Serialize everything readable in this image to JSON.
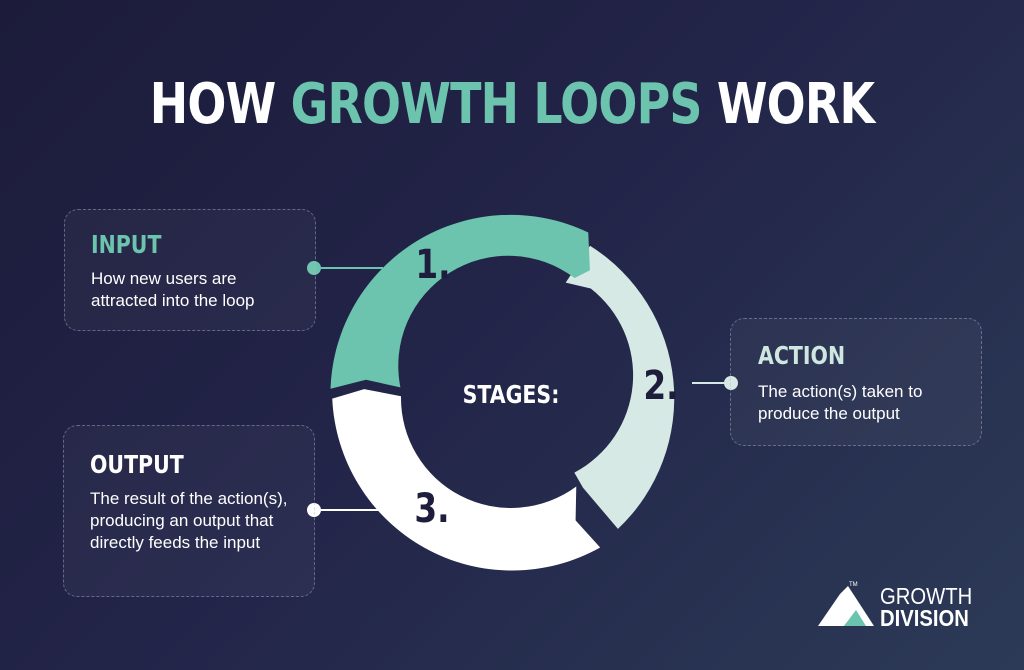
{
  "title": {
    "part1": "HOW ",
    "accent": "GROWTH LOOPS",
    "part2": " WORK"
  },
  "center_label": "STAGES:",
  "stages": [
    {
      "number": "1.",
      "heading": "INPUT",
      "description": "How new users are attracted into the loop",
      "color": "#6cc3ae"
    },
    {
      "number": "2.",
      "heading": "ACTION",
      "description": "The action(s) taken to produce the output",
      "color": "#d6e9e5"
    },
    {
      "number": "3.",
      "heading": "OUTPUT",
      "description": "The result of the action(s), producing an output that directly feeds the input",
      "color": "#ffffff"
    }
  ],
  "logo": {
    "line1": "GROWTH",
    "line2": "DIVISION",
    "trademark": "TM",
    "colors": [
      "#ffffff",
      "#6cc3ae"
    ]
  },
  "colors": {
    "background": "#1f1f40",
    "accent": "#6cc3ae",
    "number_text": "#1e1e3c"
  }
}
